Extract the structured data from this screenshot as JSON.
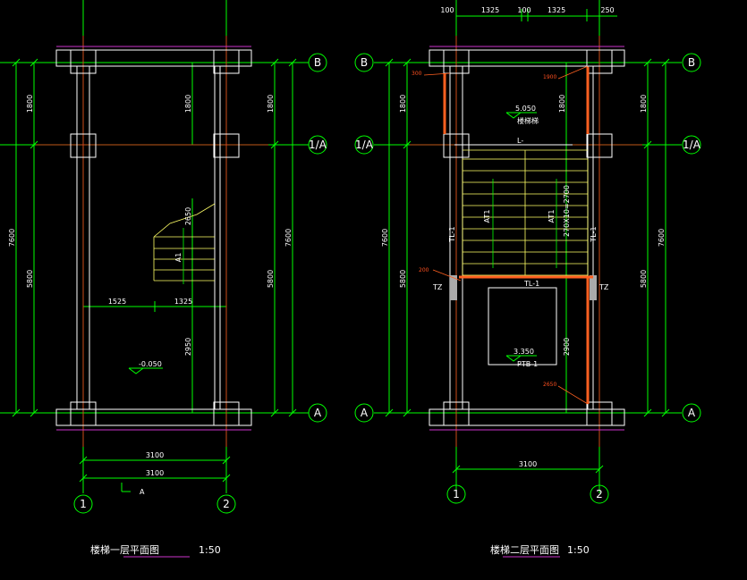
{
  "colors": {
    "background": "#000000",
    "grid": "#00ff00",
    "wall": "#ffffff",
    "stair": "#ffff66",
    "beam": "#ff6020",
    "center": "#ff2020",
    "sill": "#cc33cc"
  },
  "left_plan": {
    "axis_b": "B",
    "axis_1a": "1/A",
    "axis_a": "A",
    "axis_1": "1",
    "axis_2": "2",
    "dim_1800_top": "1800",
    "dim_1800_inner": "1800",
    "dim_1800_right": "1800",
    "dim_7600_left": "7600",
    "dim_7600_right": "7600",
    "dim_5800_left": "5800",
    "dim_5800_right": "5800",
    "dim_2650": "2650",
    "dim_2950": "2950",
    "dim_1525": "1525",
    "dim_1325": "1325",
    "dim_3100_a": "3100",
    "dim_3100_b": "3100",
    "elevation": "-0.050",
    "section_mark": "A",
    "stair_label": "A1",
    "title": "楼梯一层平面图",
    "scale": "1:50"
  },
  "right_plan": {
    "axis_b_left": "B",
    "axis_b_right": "B",
    "axis_1a_left": "1/A",
    "axis_1a_right": "1/A",
    "axis_a_left": "A",
    "axis_a_right": "A",
    "axis_1": "1",
    "axis_2": "2",
    "dim_100_a": "100",
    "dim_1325_a": "1325",
    "dim_100_b": "100",
    "dim_1325_b": "1325",
    "dim_250": "250",
    "dim_1800_left": "1800",
    "dim_1800_inner": "1800",
    "dim_1800_right": "1800",
    "dim_7600_left": "7600",
    "dim_7600_right": "7600",
    "dim_5800_left": "5800",
    "dim_5800_right": "5800",
    "dim_2700": "270X10=2700",
    "dim_2900": "2900",
    "dim_3100": "3100",
    "elev_upper": "5.050",
    "elev_upper_note": "楼梯梯",
    "elev_lower": "3.350",
    "elev_lower_note": "PTB-1",
    "red_300": "300",
    "red_1900": "1900",
    "red_200": "200",
    "red_2650": "2650",
    "tl1": "TL-1",
    "tl": "L-",
    "tz_left": "TZ",
    "tz_right": "TZ",
    "wall_tag_left": "TL-1",
    "wall_tag_right": "TL-1",
    "stair_left": "AT1",
    "stair_right": "AT1",
    "title": "楼梯二层平面图",
    "scale": "1:50"
  }
}
